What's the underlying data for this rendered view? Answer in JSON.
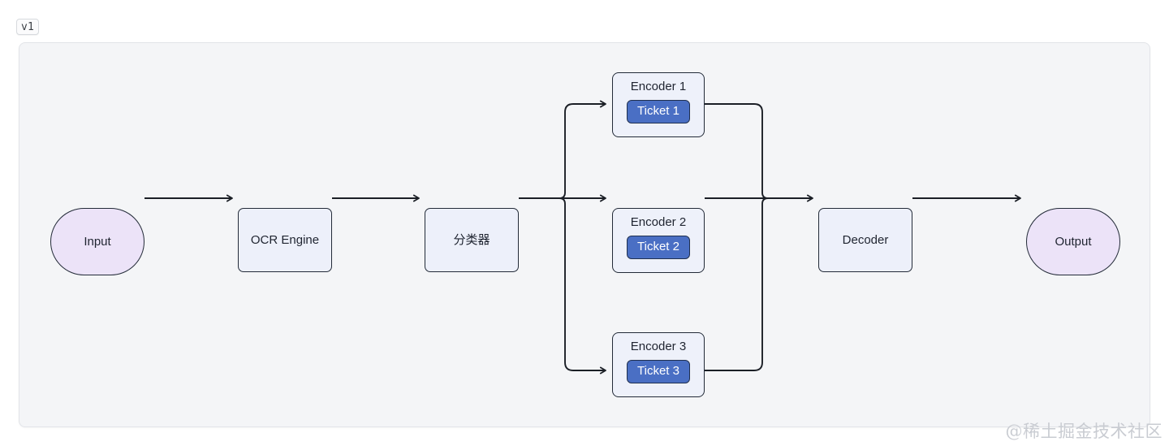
{
  "badge": {
    "label": "v1"
  },
  "watermark": {
    "text": "@稀土掘金技术社区"
  },
  "diagram": {
    "type": "flowchart-lr",
    "nodes": {
      "input": {
        "label": "Input",
        "shape": "stadium",
        "fill": "#ece3f8",
        "stroke": "#232b38"
      },
      "ocr": {
        "label": "OCR Engine",
        "shape": "rounded-rect",
        "fill": "#edf0fa",
        "stroke": "#232b38"
      },
      "classifier": {
        "label": "分类器",
        "shape": "rounded-rect",
        "fill": "#edf0fa",
        "stroke": "#232b38"
      },
      "decoder": {
        "label": "Decoder",
        "shape": "rounded-rect",
        "fill": "#edf0fa",
        "stroke": "#232b38"
      },
      "output": {
        "label": "Output",
        "shape": "stadium",
        "fill": "#ece3f8",
        "stroke": "#232b38"
      }
    },
    "subgraphs": [
      {
        "title": "Encoder 1",
        "ticket": "Ticket 1",
        "fill": "#eef1fa",
        "ticket_fill": "#4a6fc4",
        "ticket_text": "#ffffff"
      },
      {
        "title": "Encoder 2",
        "ticket": "Ticket 2",
        "fill": "#eef1fa",
        "ticket_fill": "#4a6fc4",
        "ticket_text": "#ffffff"
      },
      {
        "title": "Encoder 3",
        "ticket": "Ticket 3",
        "fill": "#eef1fa",
        "ticket_fill": "#4a6fc4",
        "ticket_text": "#ffffff"
      }
    ],
    "edges": [
      {
        "from": "Input",
        "to": "OCR Engine"
      },
      {
        "from": "OCR Engine",
        "to": "分类器"
      },
      {
        "from": "分类器",
        "to": "Encoder 1"
      },
      {
        "from": "分类器",
        "to": "Encoder 2"
      },
      {
        "from": "分类器",
        "to": "Encoder 3"
      },
      {
        "from": "Encoder 1",
        "to": "Decoder"
      },
      {
        "from": "Encoder 2",
        "to": "Decoder"
      },
      {
        "from": "Encoder 3",
        "to": "Decoder"
      },
      {
        "from": "Decoder",
        "to": "Output"
      }
    ],
    "edge_color": "#1b1f26",
    "canvas_background": "#f4f5f7"
  }
}
